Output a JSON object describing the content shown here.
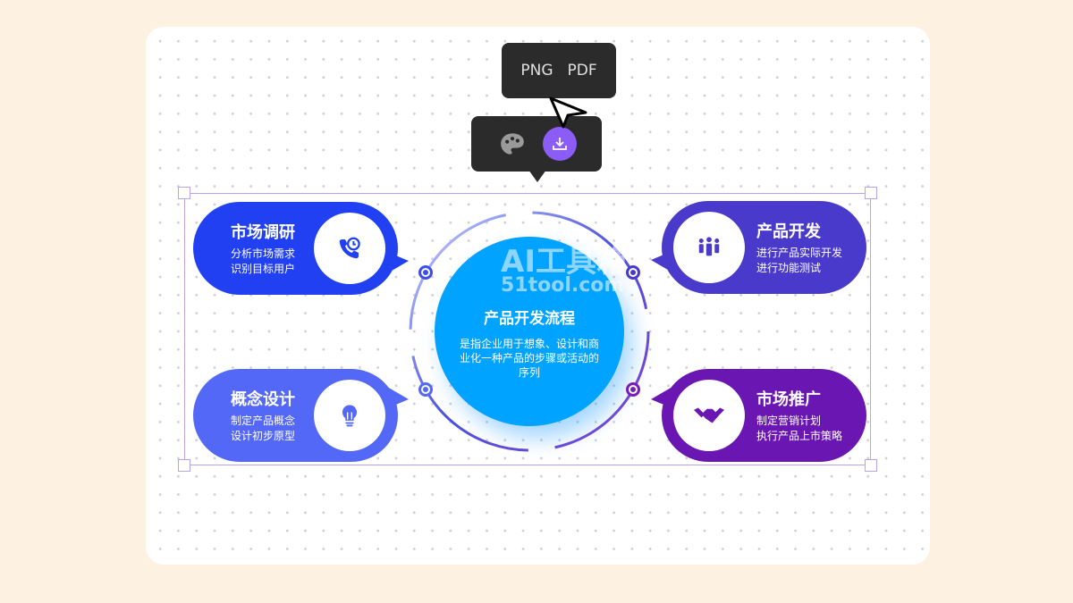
{
  "toolbar": {
    "format_png": "PNG",
    "format_pdf": "PDF",
    "palette_icon": "palette-icon",
    "download_icon": "download-icon",
    "accent": "#8b5cf6"
  },
  "center": {
    "title": "产品开发流程",
    "description": "是指企业用于想象、设计和商业化一种产品的步骤或活动的序列",
    "color": "#00a3ff"
  },
  "watermark": {
    "line1": "AI工具箱",
    "line2": "51tool.com"
  },
  "steps": [
    {
      "title": "市场调研",
      "line1": "分析市场需求",
      "line2": "识别目标用户",
      "icon": "phone-clock-icon",
      "color": "#2140f2"
    },
    {
      "title": "产品开发",
      "line1": "进行产品实际开发",
      "line2": "进行功能测试",
      "icon": "team-icon",
      "color": "#4a3acb"
    },
    {
      "title": "概念设计",
      "line1": "制定产品概念",
      "line2": "设计初步原型",
      "icon": "lightbulb-icon",
      "color": "#5468f7"
    },
    {
      "title": "市场推广",
      "line1": "制定营销计划",
      "line2": "执行产品上市策略",
      "icon": "handshake-icon",
      "color": "#6a16b2"
    }
  ]
}
